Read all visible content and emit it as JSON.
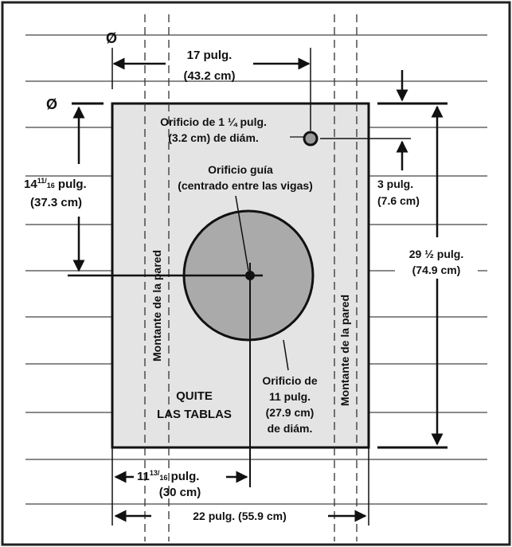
{
  "colors": {
    "frame": "#222222",
    "panel": "#e4e4e4",
    "hole": "#aaaaaa",
    "small_hole": "#9a9a9a",
    "lines": "#444444",
    "text": "#111111"
  },
  "symbols": {
    "zero_top": "Ø",
    "zero_left": "Ø"
  },
  "labels": {
    "width_17": "17 pulg.",
    "width_17_cm": "(43.2 cm)",
    "small_hole_1": "Orificio de 1 ¼ pulg.",
    "small_hole_2": "(3.2 cm) de diám.",
    "pilot_1": "Orificio guía",
    "pilot_2": "(centrado entre las vigas)",
    "left_height_whole": "14",
    "left_height_sup": "11",
    "left_height_sub": "16",
    "left_height_unit": " pulg.",
    "left_height_cm": "(37.3 cm)",
    "right_3": "3 pulg.",
    "right_3_cm": "(7.6 cm)",
    "right_29": "29 ½ pulg.",
    "right_29_cm": "(74.9 cm)",
    "stud_left": "Montante de la   pared",
    "stud_right": "Montante  de la pared",
    "remove_1": "QUITE",
    "remove_2": "LAS TABLAS",
    "big_hole_1": "Orificio de",
    "big_hole_2": "11 pulg.",
    "big_hole_3": "(27.9 cm)",
    "big_hole_4": "de diám.",
    "bottom_11_whole": "11",
    "bottom_11_sup": "13",
    "bottom_11_sub": "16",
    "bottom_11_unit": " pulg.",
    "bottom_11_cm": "(30 cm)",
    "bottom_22": "22 pulg.  (55.9 cm)"
  }
}
